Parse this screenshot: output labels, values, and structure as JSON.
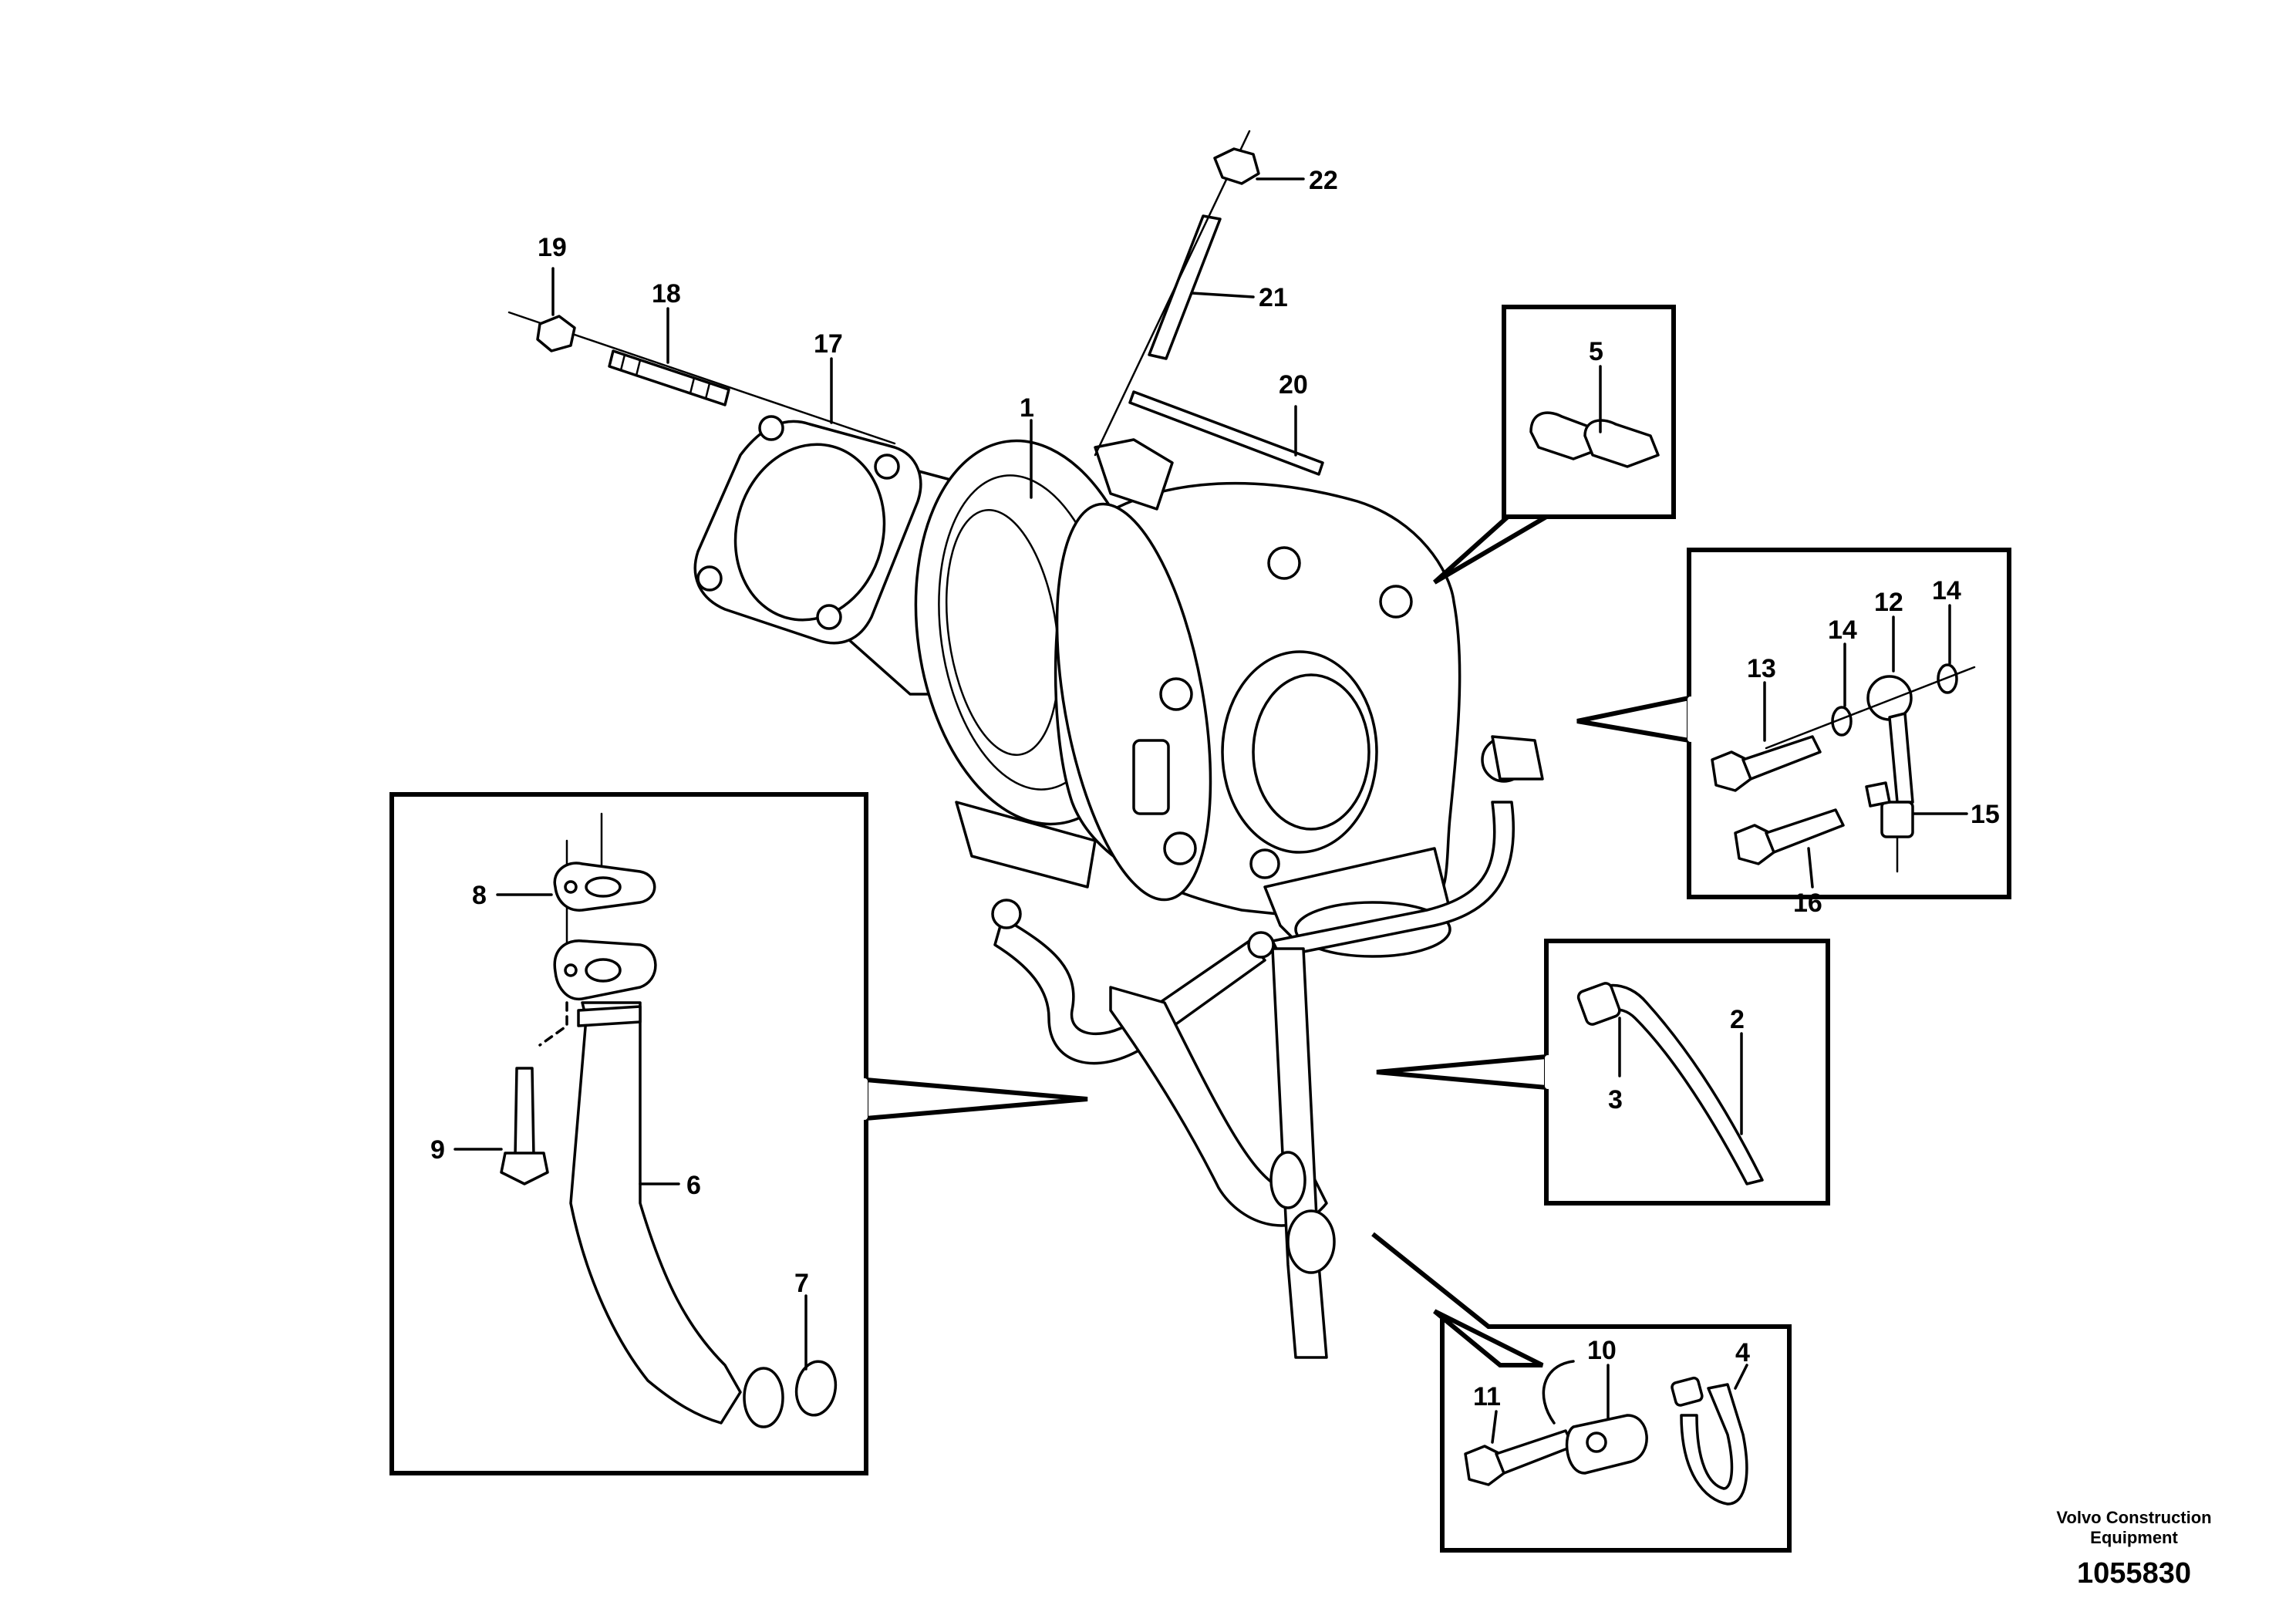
{
  "callouts": [
    "1",
    "2",
    "3",
    "4",
    "5",
    "6",
    "7",
    "8",
    "9",
    "10",
    "11",
    "12",
    "13",
    "14",
    "15",
    "16",
    "17",
    "18",
    "19",
    "20",
    "21",
    "22"
  ],
  "footer": {
    "brand_line1": "Volvo Construction",
    "brand_line2": "Equipment",
    "drawing_number": "1055830"
  }
}
